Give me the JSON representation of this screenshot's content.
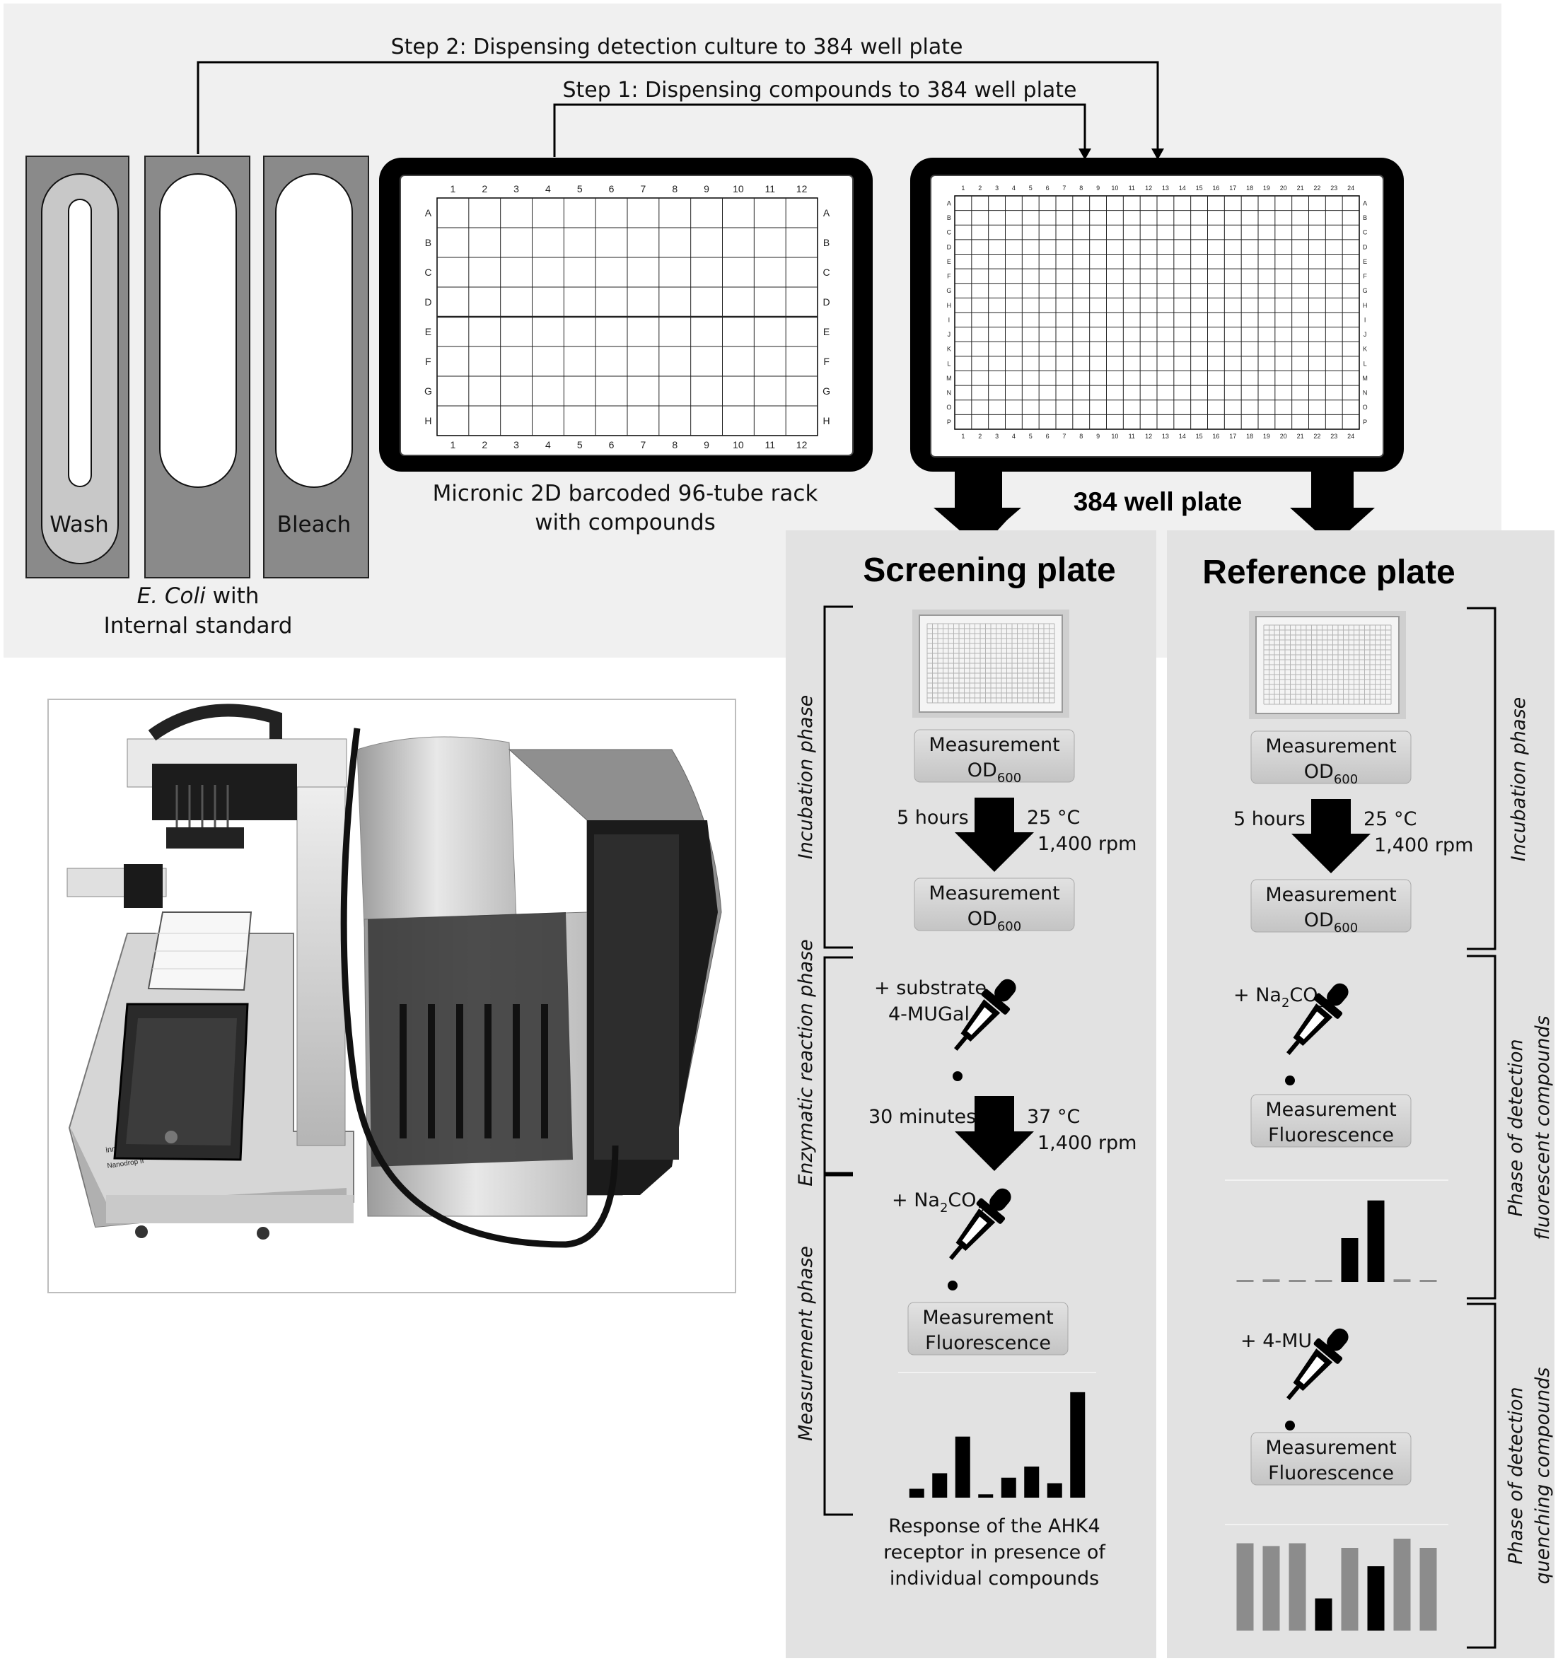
{
  "steps": {
    "step2": "Step 2: Dispensing detection culture to 384 well plate",
    "step1": "Step 1: Dispensing compounds to 384 well plate"
  },
  "troughs": {
    "wash": "Wash",
    "bleach": "Bleach",
    "ecoli_italic": "E. Coli",
    "ecoli_rest": " with",
    "ecoli_line2": "Internal standard"
  },
  "rack96": {
    "caption_line1": "Micronic 2D barcoded 96-tube rack",
    "caption_line2": "with compounds",
    "cols": [
      "1",
      "2",
      "3",
      "4",
      "5",
      "6",
      "7",
      "8",
      "9",
      "10",
      "11",
      "12"
    ],
    "rows": [
      "A",
      "B",
      "C",
      "D",
      "E",
      "F",
      "G",
      "H"
    ]
  },
  "plate384": {
    "caption": "384 well plate",
    "cols": [
      "1",
      "2",
      "3",
      "4",
      "5",
      "6",
      "7",
      "8",
      "9",
      "10",
      "11",
      "12",
      "13",
      "14",
      "15",
      "16",
      "17",
      "18",
      "19",
      "20",
      "21",
      "22",
      "23",
      "24"
    ],
    "rows": [
      "A",
      "B",
      "C",
      "D",
      "E",
      "F",
      "G",
      "H",
      "I",
      "J",
      "K",
      "L",
      "M",
      "N",
      "O",
      "P"
    ]
  },
  "screening": {
    "title": "Screening plate",
    "measure1_l1": "Measurement",
    "measure1_l2": "OD",
    "measure1_sub": "600",
    "incubation_time": "5 hours",
    "incubation_temp": "25 °C",
    "incubation_rpm": "1,400 rpm",
    "measure2_l1": "Measurement",
    "measure2_l2": "OD",
    "measure2_sub": "600",
    "substrate_l1": "+ substrate",
    "substrate_l2": "4-MUGal",
    "reaction_time": "30 minutes",
    "reaction_temp": "37 °C",
    "reaction_rpm": "1,400 rpm",
    "na2co3": {
      "a": "+ Na",
      "s1": "2",
      "b": "CO",
      "s2": "3"
    },
    "measure3_l1": "Measurement",
    "measure3_l2": "Fluorescence",
    "phase_incubation": "Incubation phase",
    "phase_enzymatic": "Enzymatic reaction phase",
    "phase_measurement": "Measurement phase",
    "response_l1": "Response of the AHK4",
    "response_l2": "receptor in presence of",
    "response_l3": "individual compounds"
  },
  "reference": {
    "title": "Reference plate",
    "measure1_l1": "Measurement",
    "measure1_l2": "OD",
    "measure1_sub": "600",
    "incubation_time": "5 hours",
    "incubation_temp": "25 °C",
    "incubation_rpm": "1,400 rpm",
    "measure2_l1": "Measurement",
    "measure2_l2": "OD",
    "measure2_sub": "600",
    "na2co3": {
      "a": "+ Na",
      "s1": "2",
      "b": "CO",
      "s2": "3"
    },
    "measure3_l1": "Measurement",
    "measure3_l2": "Fluorescence",
    "mu_label": "+ 4-MU",
    "measure4_l1": "Measurement",
    "measure4_l2": "Fluorescence",
    "phase_incubation": "Incubation phase",
    "phase_fluor_l1": "Phase of detection",
    "phase_fluor_l2": "fluorescent compounds",
    "phase_quench_l1": "Phase of detection",
    "phase_quench_l2": "quenching compounds"
  },
  "instrument": {
    "brand": "innovadyne",
    "model": "Nanodrop II"
  },
  "chart_data": [
    {
      "type": "bar",
      "title": "",
      "values": [
        0.08,
        0.22,
        0.55,
        0.03,
        0.18,
        0.28,
        0.13,
        0.95
      ]
    },
    {
      "type": "bar",
      "title": "",
      "values": [
        0.02,
        0.03,
        0.02,
        0.02,
        0.5,
        0.93,
        0.03,
        0.02
      ]
    },
    {
      "type": "bar",
      "title": "",
      "values": [
        0.95,
        0.92,
        0.95,
        0.35,
        0.9,
        0.7,
        1.0,
        0.9
      ]
    }
  ],
  "colors": {
    "panel_bg": "#f0f0f0",
    "phase_bg": "#e2e2e2",
    "trough": "#8a8a8a",
    "button": "#d3d3d3",
    "bar_dark": "#000000",
    "bar_grey": "#8c8c8c"
  }
}
